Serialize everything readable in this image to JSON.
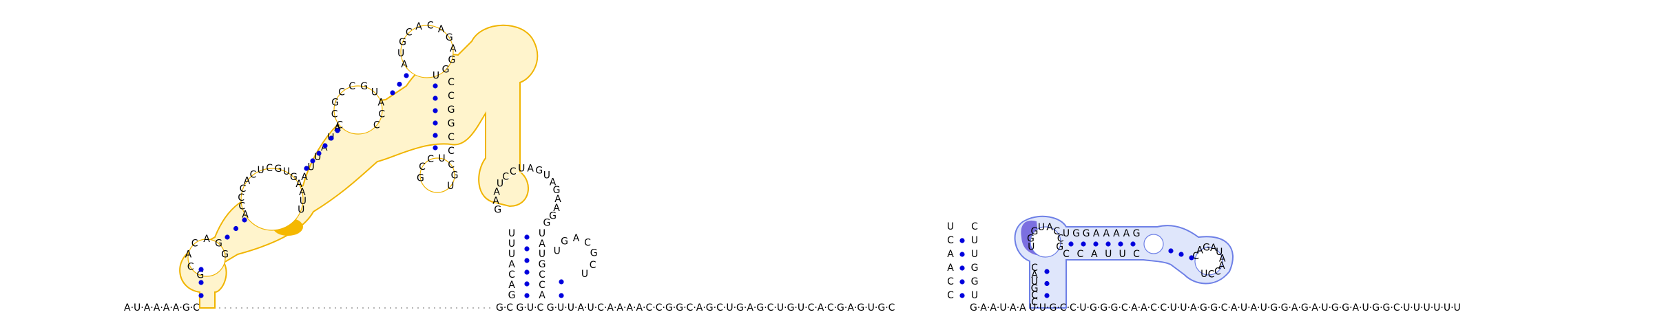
{
  "diagram": {
    "baseline_sequence": {
      "left": "A·U·A·A·A·A·G·C",
      "middle": "G·C G·U·C G·U·U·A·U·C·A·A·A·A·C·C·G·G·C·A·G·C·U·G·A·G·C·U·G·U·C·A·C·G·A·G·U·G·C",
      "right": "G·A·A·U·A·A U·U·G·C·C·U·G·G·G·C·A·A·C·C·U·U·A·G·G·C·A·U·A·U·G·G·A·G·A·U·G·G·A·U·G·G·C·U·U·U·U·U·U"
    },
    "colors": {
      "domain_yellow_fill": "#fff4cc",
      "domain_yellow_stroke": "#f0b400",
      "domain_yellow_highlight": "#f5b800",
      "domain_blue_fill": "#dfe6fb",
      "domain_blue_stroke": "#6d7fe6",
      "domain_blue_highlight": "#7b6fe0",
      "base_pair_dot": "#0000dd",
      "text": "#000000"
    },
    "structures": [
      {
        "name": "stem-loop-1",
        "color": "yellow",
        "labels": [
          "G",
          "C",
          "A",
          "C",
          "A",
          "G",
          "G",
          "A",
          "C",
          "C",
          "C",
          "A",
          "C",
          "U",
          "C",
          "G",
          "U",
          "G",
          "A",
          "A",
          "U",
          "U",
          "A",
          "U",
          "U",
          "A",
          "U",
          "A",
          "C",
          "C",
          "G",
          "C",
          "C",
          "G",
          "U",
          "A",
          "C",
          "C",
          "A",
          "U",
          "G",
          "C",
          "A",
          "C",
          "A",
          "G",
          "A",
          "G",
          "G",
          "U",
          "C",
          "C",
          "G",
          "G",
          "C",
          "C",
          "G",
          "C",
          "C",
          "U",
          "C",
          "G",
          "U"
        ]
      },
      {
        "name": "stem-loop-2",
        "color": "none",
        "labels": [
          "G",
          "A",
          "A",
          "U",
          "C",
          "C",
          "U",
          "A",
          "G",
          "U",
          "A",
          "G",
          "A",
          "A",
          "G",
          "G",
          "U",
          "U",
          "U",
          "A",
          "C",
          "A",
          "G",
          "U",
          "A",
          "U",
          "G",
          "C",
          "C",
          "A",
          "U",
          "G",
          "A",
          "C",
          "G",
          "C",
          "U"
        ]
      },
      {
        "name": "stem-loop-3",
        "color": "none",
        "labels": [
          "U",
          "C",
          "A",
          "A",
          "C",
          "C",
          "C",
          "U",
          "U",
          "G",
          "G",
          "U"
        ]
      },
      {
        "name": "stem-loop-4",
        "color": "blue",
        "labels": [
          "U",
          "G",
          "G",
          "U",
          "A",
          "C",
          "C",
          "G",
          "U",
          "G",
          "G",
          "A",
          "A",
          "A",
          "A",
          "G",
          "C",
          "A",
          "G",
          "A",
          "U",
          "A",
          "A",
          "C",
          "C",
          "U",
          "C",
          "C",
          "A",
          "U",
          "U",
          "C",
          "C",
          "A",
          "U",
          "G",
          "C",
          "C"
        ]
      }
    ]
  }
}
